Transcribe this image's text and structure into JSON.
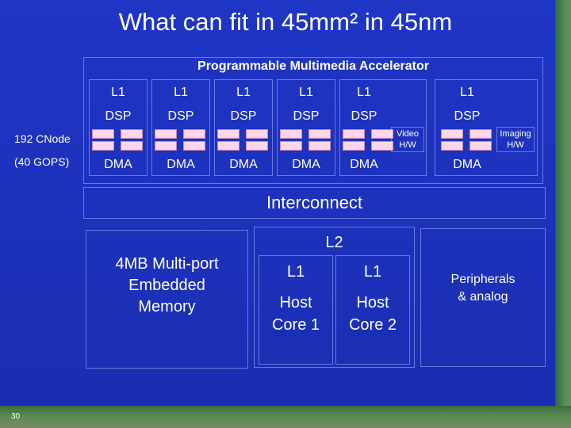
{
  "title": "What can fit in 45mm² in 45nm",
  "pma": {
    "title": "Programmable Multimedia Accelerator",
    "columns": [
      {
        "l1": "L1",
        "dsp": "DSP",
        "dma": "DMA"
      },
      {
        "l1": "L1",
        "dsp": "DSP",
        "dma": "DMA"
      },
      {
        "l1": "L1",
        "dsp": "DSP",
        "dma": "DMA"
      },
      {
        "l1": "L1",
        "dsp": "DSP",
        "dma": "DMA"
      },
      {
        "l1": "L1",
        "dsp": "DSP",
        "dma": "DMA"
      },
      {
        "l1": "L1",
        "dsp": "DSP",
        "dma": "DMA"
      }
    ],
    "video_hw": [
      "Video",
      "H/W"
    ],
    "imaging_hw": [
      "Imaging",
      "H/W"
    ],
    "side_labels": [
      "192 CNode",
      "(40 GOPS)"
    ]
  },
  "interconnect": "Interconnect",
  "memory": [
    "4MB Multi-port",
    "Embedded",
    "Memory"
  ],
  "l2": {
    "title": "L2",
    "cores": [
      {
        "l1": "L1",
        "host": "Host",
        "core": "Core 1"
      },
      {
        "l1": "L1",
        "host": "Host",
        "core": "Core 2"
      }
    ]
  },
  "peripherals": [
    "Peripherals",
    "& analog"
  ],
  "page_number": "30"
}
